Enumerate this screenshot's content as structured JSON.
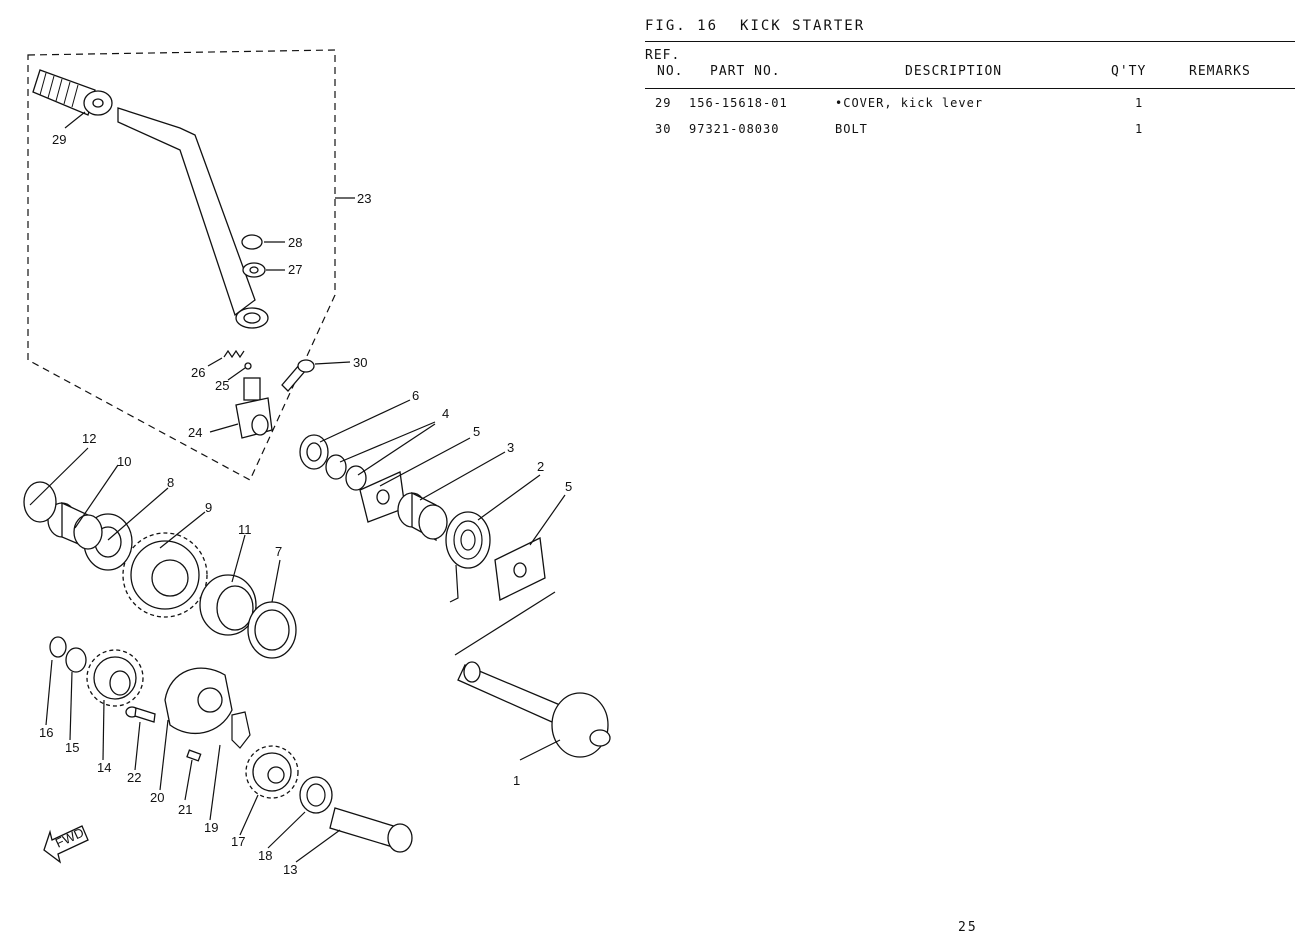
{
  "figure": {
    "label": "FIG. 16",
    "title": "KICK STARTER"
  },
  "table": {
    "headers": {
      "ref_top": "REF.",
      "ref_bottom": "NO.",
      "part": "PART NO.",
      "desc": "DESCRIPTION",
      "qty": "Q'TY",
      "remarks": "REMARKS"
    },
    "rows": [
      {
        "ref": "29",
        "part": "156-15618-01",
        "desc": "•COVER, kick lever",
        "qty": "1",
        "remarks": ""
      },
      {
        "ref": "30",
        "part": "97321-08030",
        "desc": "BOLT",
        "qty": "1",
        "remarks": ""
      }
    ]
  },
  "diagram": {
    "callouts": {
      "c1": "1",
      "c2": "2",
      "c3": "3",
      "c4": "4",
      "c5a": "5",
      "c5b": "5",
      "c6": "6",
      "c7": "7",
      "c8": "8",
      "c9": "9",
      "c10": "10",
      "c11": "11",
      "c12": "12",
      "c13": "13",
      "c14": "14",
      "c15": "15",
      "c16": "16",
      "c17": "17",
      "c18": "18",
      "c19": "19",
      "c20": "20",
      "c21": "21",
      "c22": "22",
      "c23": "23",
      "c24": "24",
      "c25": "25",
      "c26": "26",
      "c27": "27",
      "c28": "28",
      "c29": "29",
      "c30": "30"
    },
    "fwd_label": "FWD"
  },
  "page_number": "25"
}
